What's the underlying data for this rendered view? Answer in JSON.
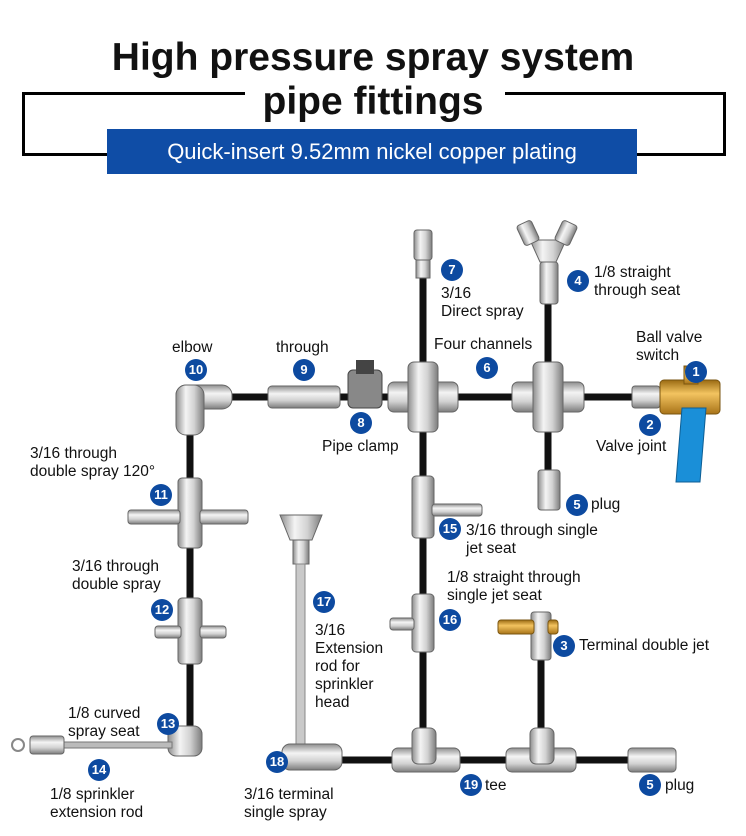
{
  "title_line1": "High pressure spray system",
  "title_line2": "pipe fittings",
  "banner": "Quick-insert 9.52mm nickel copper plating",
  "colors": {
    "accent": "#0f4da6",
    "badge": "#0d4aa0",
    "pipe": "#111111",
    "valve_handle": "#1a8fd8",
    "brass": "#d9a43b"
  },
  "labels": {
    "l1": "Ball valve\nswitch",
    "l2": "Valve joint",
    "l3": "Terminal double jet",
    "l4": "1/8 straight\nthrough seat",
    "l5a": "plug",
    "l5b": "plug",
    "l6": "Four channels",
    "l7": "3/16\nDirect spray",
    "l8": "Pipe clamp",
    "l9": "through",
    "l10": "elbow",
    "l11": "3/16 through\ndouble spray 120°",
    "l12": "3/16 through\ndouble spray",
    "l13": "1/8 curved\nspray seat",
    "l14": "1/8 sprinkler\nextension rod",
    "l15": "3/16 through single\njet seat",
    "l16": "1/8 straight through\nsingle jet seat",
    "l17": "3/16\nExtension\nrod for\nsprinkler\nhead",
    "l18": "3/16 terminal\nsingle spray",
    "l19": "tee"
  },
  "badges": {
    "b1": "1",
    "b2": "2",
    "b3": "3",
    "b4": "4",
    "b5a": "5",
    "b5b": "5",
    "b6": "6",
    "b7": "7",
    "b8": "8",
    "b9": "9",
    "b10": "10",
    "b11": "11",
    "b12": "12",
    "b13": "13",
    "b14": "14",
    "b15": "15",
    "b16": "16",
    "b17": "17",
    "b18": "18",
    "b19": "19"
  }
}
